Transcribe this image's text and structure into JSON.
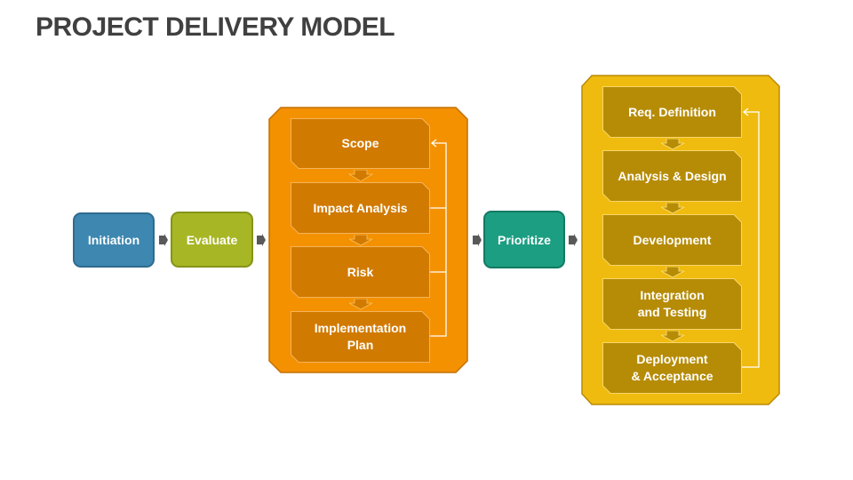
{
  "title": "PROJECT DELIVERY MODEL",
  "colors": {
    "initiation": "#3d87b0",
    "evaluate": "#a7b624",
    "prioritize": "#1c9e82",
    "orange_panel": "#f39100",
    "orange_step": "#d17a00",
    "gold_panel": "#f0bb0f",
    "gold_step": "#b68c07",
    "arrow_gray": "#595959"
  },
  "flow": {
    "initiation": "Initiation",
    "evaluate": "Evaluate",
    "prioritize": "Prioritize"
  },
  "planning_panel": {
    "steps": [
      {
        "label": "Scope"
      },
      {
        "label": "Impact Analysis"
      },
      {
        "label": "Risk"
      },
      {
        "label": "Implementation Plan",
        "line1": "Implementation",
        "line2": "Plan"
      }
    ]
  },
  "delivery_panel": {
    "steps": [
      {
        "label": "Req. Definition"
      },
      {
        "label": "Analysis & Design"
      },
      {
        "label": "Development"
      },
      {
        "label": "Integration and Testing",
        "line1": "Integration",
        "line2": "and Testing"
      },
      {
        "label": "Deployment & Acceptance",
        "line1": "Deployment",
        "line2": "& Acceptance"
      }
    ]
  }
}
